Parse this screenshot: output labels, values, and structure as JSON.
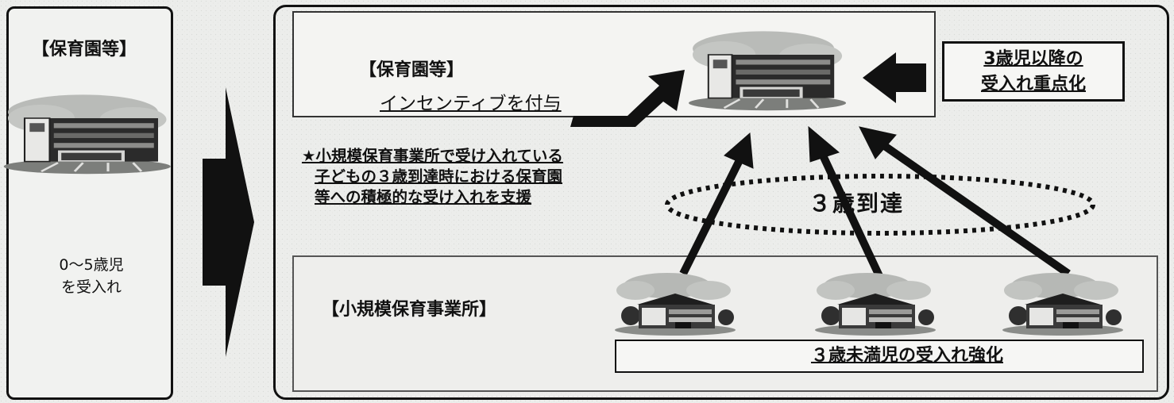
{
  "left_panel": {
    "title": "【保育園等】",
    "caption_line1": "0～5歳児",
    "caption_line2": "を受入れ"
  },
  "right_panel": {
    "top_section": {
      "title": "【保育園等】",
      "incentive_text": "インセンティブを付与"
    },
    "focus_box": {
      "line1": "3歳児以降の",
      "line2": "受入れ重点化"
    },
    "star_note": {
      "line1": "★小規模保育事業所で受け入れている",
      "line2": "子どもの３歳到達時における保育園",
      "line3": "等への積極的な受け入れを支援"
    },
    "ellipse_label": "３歳到達",
    "bottom_section": {
      "title": "【小規模保育事業所】",
      "strength_label": "３歳未満児の受入れ強化"
    }
  },
  "colors": {
    "background": "#ecedeb",
    "ink": "#111111"
  }
}
